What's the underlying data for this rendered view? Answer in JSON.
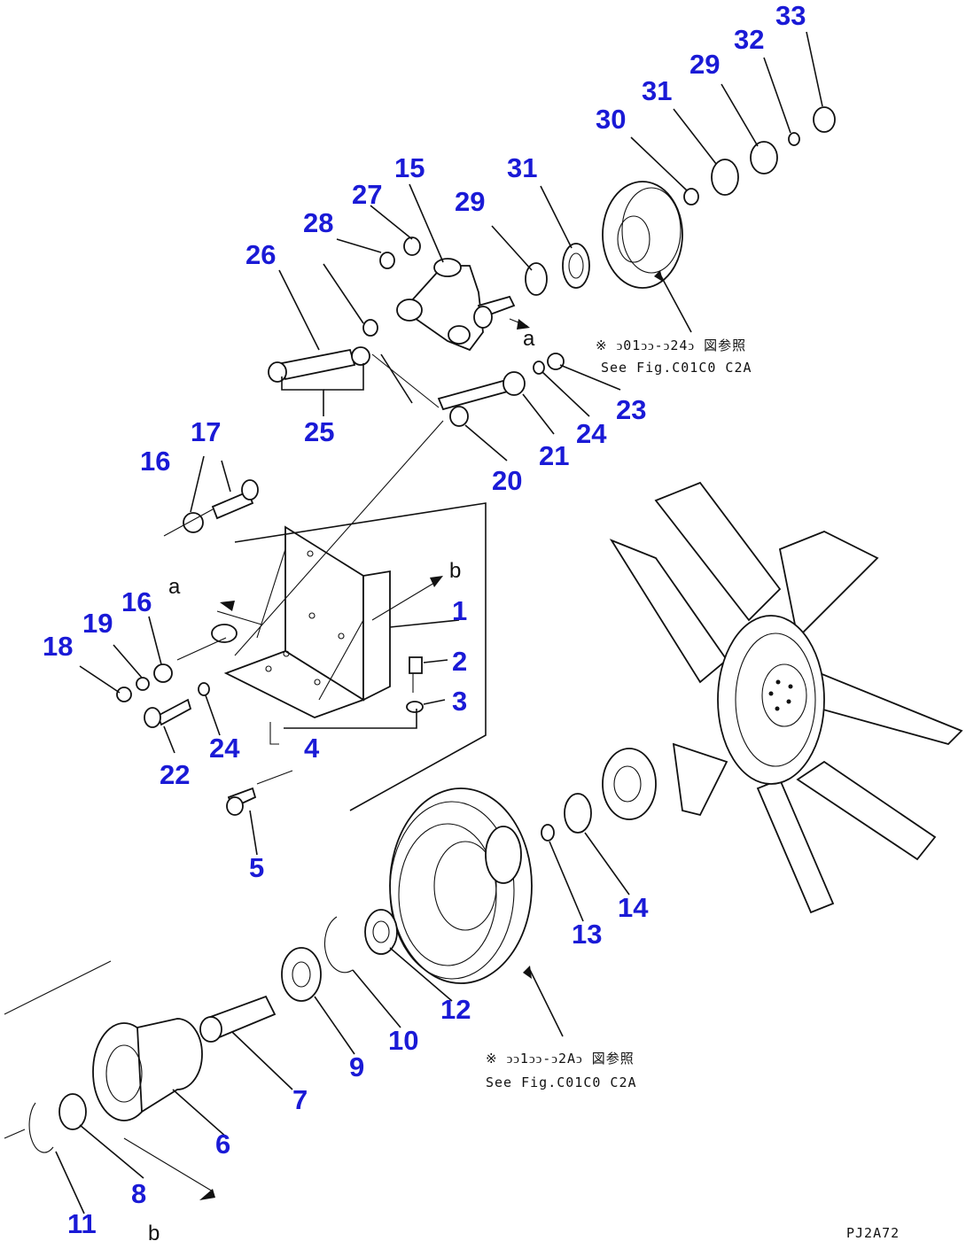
{
  "diagram": {
    "drawing_code": "PJ2A72",
    "callouts": [
      "1",
      "2",
      "3",
      "4",
      "5",
      "6",
      "7",
      "8",
      "9",
      "10",
      "11",
      "12",
      "13",
      "14",
      "15",
      "16",
      "16",
      "17",
      "18",
      "19",
      "20",
      "21",
      "22",
      "23",
      "24",
      "24",
      "25",
      "26",
      "27",
      "28",
      "29",
      "29",
      "30",
      "31",
      "31",
      "32",
      "33"
    ],
    "ref_letters": {
      "a": "a",
      "b": "b"
    },
    "notes": {
      "upper_pulley_jp": "※ ↄ01ↄↄ-ↄ24ↄ 図参照",
      "upper_pulley_en": "See Fig.C01C0 C2A",
      "lower_pulley_jp": "※ ↄↄ1ↄↄ-ↄ2Aↄ 図参照",
      "lower_pulley_en": "See Fig.C01C0 C2A"
    }
  }
}
